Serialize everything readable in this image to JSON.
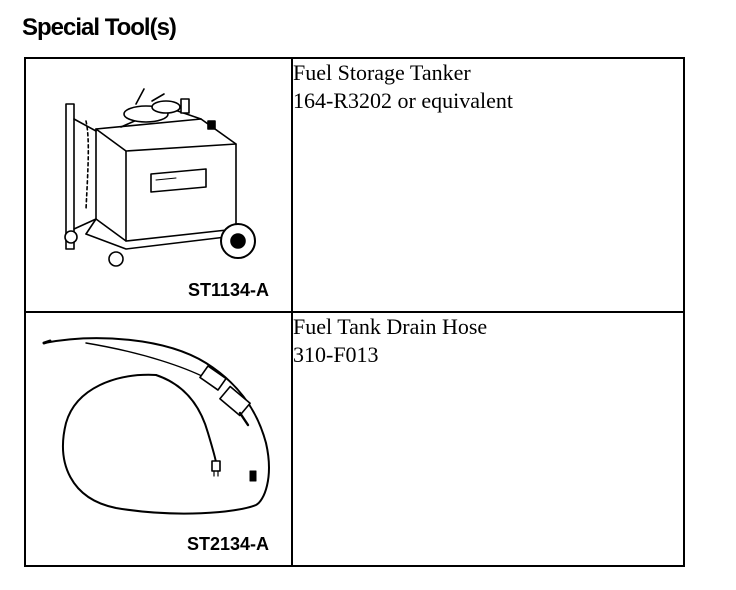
{
  "heading": "Special Tool(s)",
  "tools": [
    {
      "image": "fuel-storage-tanker-icon",
      "ref": "ST1134-A",
      "name": "Fuel Storage Tanker",
      "part": "164-R3202 or equivalent"
    },
    {
      "image": "fuel-tank-drain-hose-icon",
      "ref": "ST2134-A",
      "name": "Fuel Tank Drain Hose",
      "part": "310-F013"
    }
  ]
}
